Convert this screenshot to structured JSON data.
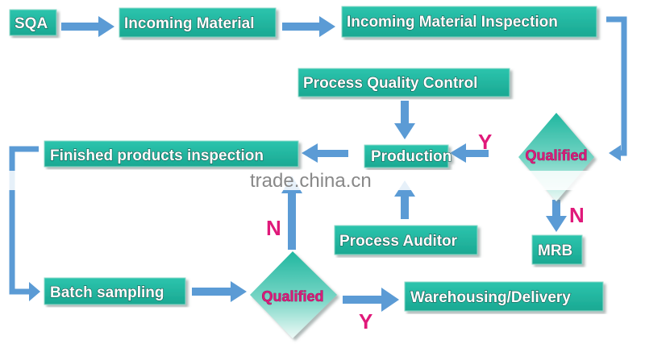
{
  "nodes": {
    "sqa": "SQA",
    "incoming_material": "Incoming Material",
    "incoming_inspection": "Incoming Material Inspection",
    "process_quality_control": "Process Quality Control",
    "production": "Production",
    "qualified_top": "Qualified",
    "mrb": "MRB",
    "process_auditor": "Process Auditor",
    "finished_inspection": "Finished products inspection",
    "batch_sampling": "Batch sampling",
    "qualified_bottom": "Qualified",
    "warehousing": "Warehousing/Delivery"
  },
  "edge_labels": {
    "y_top": "Y",
    "n_right": "N",
    "n_left": "N",
    "y_bottom": "Y"
  },
  "watermark": "trade.china.cn",
  "colors": {
    "box": "#1fb7a0",
    "arrow": "#5b9bd5",
    "label": "#e0197a"
  }
}
